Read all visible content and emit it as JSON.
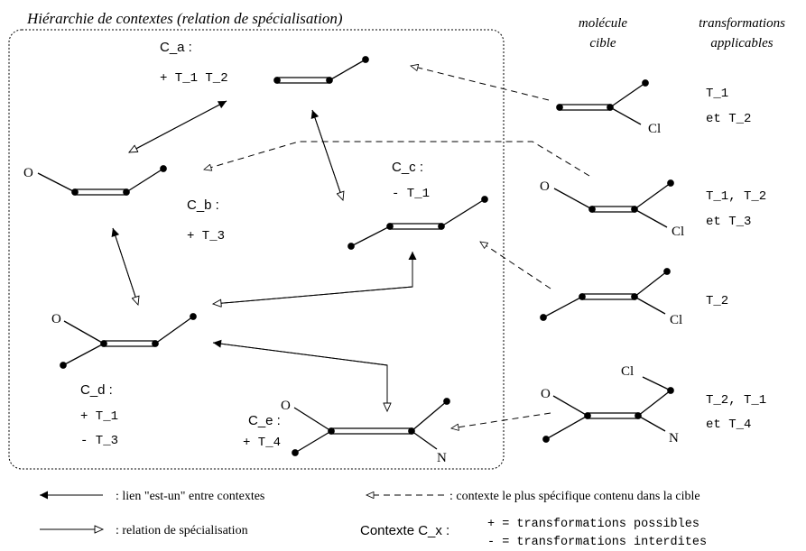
{
  "title": "Hiérarchie de contextes (relation de spécialisation)",
  "columns": {
    "molecule": [
      "molécule",
      "cible"
    ],
    "transformations": [
      "transformations",
      "applicables"
    ]
  },
  "contexts": {
    "ca": {
      "label": "C_a :",
      "lines": [
        "+ T_1 T_2"
      ]
    },
    "cb": {
      "label": "C_b :",
      "lines": [
        "+ T_3"
      ]
    },
    "cc": {
      "label": "C_c :",
      "lines": [
        "- T_1"
      ]
    },
    "cd": {
      "label": "C_d :",
      "lines": [
        "+ T_1",
        "- T_3"
      ]
    },
    "ce": {
      "label": "C_e :",
      "lines": [
        "+ T_4"
      ]
    }
  },
  "atoms": {
    "O": "O",
    "Cl": "Cl",
    "N": "N"
  },
  "targets": [
    {
      "transforms": [
        "T_1",
        "et T_2"
      ]
    },
    {
      "transforms": [
        "T_1, T_2",
        "et T_3"
      ]
    },
    {
      "transforms": [
        "T_2"
      ]
    },
    {
      "transforms": [
        "T_2, T_1",
        "et T_4"
      ]
    }
  ],
  "legend": {
    "isa": ": lien \"est-un\" entre contextes",
    "spec": ": relation de spécialisation",
    "specific": ": contexte le plus spécifique contenu dans la cible",
    "context_label": "Contexte C_x :",
    "plus": "+ = transformations possibles",
    "minus": "- = transformations interdites"
  }
}
